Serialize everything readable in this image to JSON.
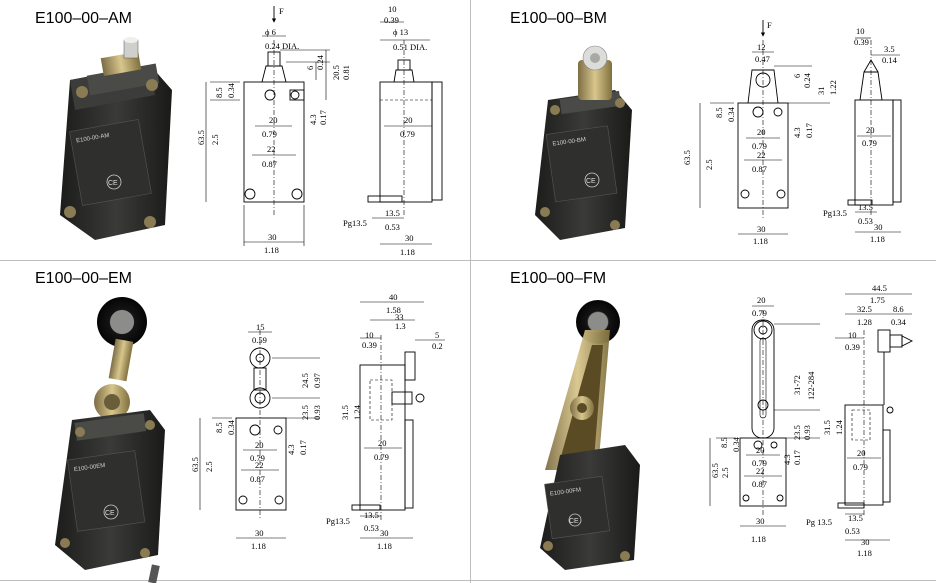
{
  "panels": [
    {
      "title": "E100–00–AM",
      "force": "F",
      "front": {
        "top": [
          "ϕ 6",
          "0.24 DIA."
        ],
        "right": [
          "6",
          "0.24",
          "20.5",
          "0.81"
        ],
        "left": [
          "8.5",
          "0.34",
          "63.5",
          "2.5"
        ],
        "inner": [
          "20",
          "0.79",
          "22",
          "0.87",
          "4.3",
          "0.17"
        ],
        "bottom": [
          "30",
          "1.18"
        ]
      },
      "side": {
        "top": [
          "10",
          "0.39",
          "ϕ 13",
          "0.51 DIA."
        ],
        "inner": [
          "20",
          "0.79",
          "13.5",
          "0.53"
        ],
        "bottom": [
          "30",
          "1.18"
        ],
        "thread": "Pg13.5"
      },
      "device": {
        "model": "E100-00-AM",
        "ce": "CE"
      }
    },
    {
      "title": "E100–00–BM",
      "force": "F",
      "front": {
        "top": [
          "12",
          "0.47"
        ],
        "right": [
          "6",
          "0.24",
          "31",
          "1.22"
        ],
        "left": [
          "8.5",
          "0.34",
          "63.5",
          "2.5"
        ],
        "inner": [
          "20",
          "0.79",
          "22",
          "0.87",
          "4.3",
          "0.17"
        ],
        "bottom": [
          "30",
          "1.18"
        ]
      },
      "side": {
        "top": [
          "10",
          "0.39",
          "3.5",
          "0.14"
        ],
        "inner": [
          "20",
          "0.79",
          "13.5",
          "0.53"
        ],
        "bottom": [
          "30",
          "1.18"
        ],
        "thread": "Pg13.5"
      },
      "device": {
        "model": "E100-00-BM",
        "ce": "CE"
      }
    },
    {
      "title": "E100–00–EM",
      "front": {
        "top": [
          "15",
          "0.59"
        ],
        "right": [
          "24.5",
          "0.97",
          "23.5",
          "0.93"
        ],
        "left": [
          "8.5",
          "0.34",
          "63.5",
          "2.5"
        ],
        "inner": [
          "20",
          "0.79",
          "22",
          "0.87",
          "4.3",
          "0.17"
        ],
        "bottom": [
          "30",
          "1.18"
        ]
      },
      "side": {
        "top": [
          "40",
          "1.58",
          "33",
          "1.3",
          "10",
          "0.39",
          "5",
          "0.2"
        ],
        "inner": [
          "31.5",
          "1.24",
          "20",
          "0.79",
          "13.5",
          "0.53"
        ],
        "bottom": [
          "30",
          "1.18"
        ],
        "thread": "Pg13.5"
      },
      "device": {
        "model": "E100-00EM",
        "ce": "CE"
      }
    },
    {
      "title": "E100–00–FM",
      "front": {
        "top": [
          "20",
          "0.79"
        ],
        "right": [
          "31-72",
          "122-284",
          "23.5",
          "0.93"
        ],
        "left": [
          "8.5",
          "0.34",
          "63.5",
          "2.5"
        ],
        "inner": [
          "20",
          "0.79",
          "22",
          "0.87",
          "4.3",
          "0.17"
        ],
        "bottom": [
          "30",
          "1.18"
        ]
      },
      "side": {
        "top": [
          "44.5",
          "1.75",
          "32.5",
          "1.28",
          "8.6",
          "0.34",
          "10",
          "0.39"
        ],
        "inner": [
          "31.5",
          "1.24",
          "20",
          "0.79",
          "13.5",
          "0.53"
        ],
        "bottom": [
          "30",
          "1.18"
        ],
        "thread": "Pg 13.5"
      },
      "device": {
        "model": "E100-00FM",
        "ce": "CE"
      }
    }
  ],
  "colors": {
    "body": "#2b2c2a",
    "metal": "#b9a772",
    "roller": "#1f1f1f",
    "divider": "#bdbdbd"
  }
}
